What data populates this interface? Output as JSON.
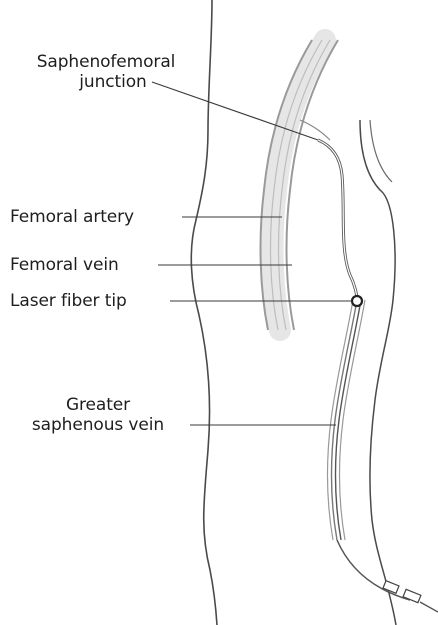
{
  "labels": {
    "saphenofemoral_line1": "Saphenofemoral",
    "saphenofemoral_line2": "junction",
    "femoral_artery": "Femoral artery",
    "femoral_vein": "Femoral vein",
    "laser_fiber_tip": "Laser fiber tip",
    "greater_saphenous_line1": "Greater",
    "greater_saphenous_line2": "saphenous vein"
  },
  "colors": {
    "outline": "#4a4a4a",
    "leader": "#3a3a3a",
    "vessel_shade": "#9a9a9a",
    "vessel_light": "#e6e6e6",
    "label_text": "#1e1e1e"
  }
}
